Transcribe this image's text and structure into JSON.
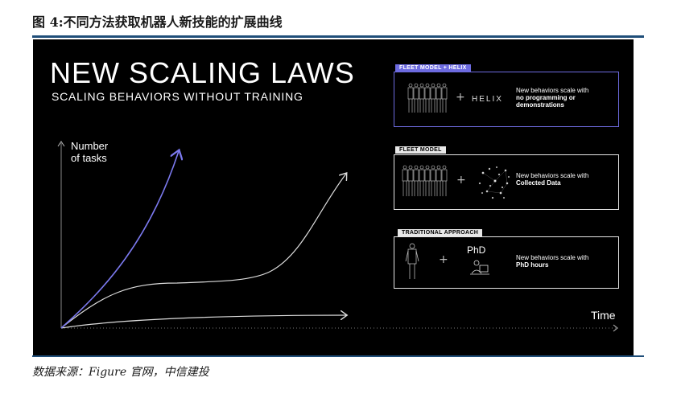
{
  "figure": {
    "title": "图 4:不同方法获取机器人新技能的扩展曲线",
    "source": "数据来源：Figure 官网，中信建投"
  },
  "slide": {
    "headline": "NEW SCALING LAWS",
    "subheadline": "SCALING BEHAVIORS WITHOUT TRAINING",
    "y_axis_label": "Number\nof tasks",
    "x_axis_label": "Time"
  },
  "cards": [
    {
      "tag": "FLEET MODEL + HELIX",
      "component": "HELIX",
      "desc_line1": "New behaviors scale with",
      "desc_bold": "no programming or demonstrations",
      "accent": "#6d6be0"
    },
    {
      "tag": "FLEET MODEL",
      "desc_line1": "New behaviors scale with",
      "desc_bold": "Collected Data"
    },
    {
      "tag": "TRADITIONAL APPROACH",
      "component": "PhD",
      "desc_line1": "New behaviors scale with",
      "desc_bold": "PhD hours"
    }
  ],
  "icons": {
    "robot_group": "robot-fleet-icon",
    "network": "neural-network-icon",
    "single_robot": "robot-icon",
    "person_laptop": "person-laptop-icon"
  },
  "colors": {
    "accent_purple": "#6d6be0",
    "panel_bg": "#000000",
    "rule_blue": "#1f4e79"
  }
}
